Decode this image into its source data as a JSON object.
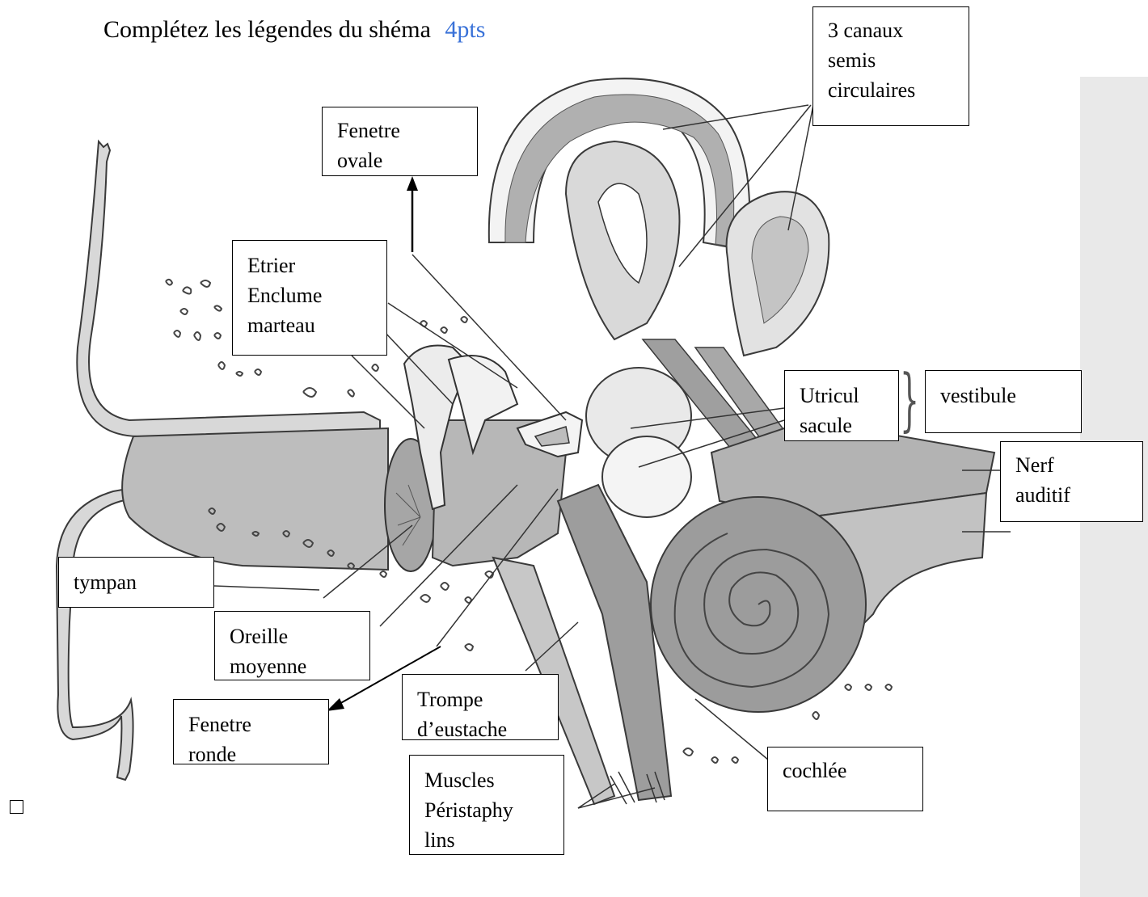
{
  "instruction": {
    "text": "Complétez les légendes du shéma",
    "points": "4pts",
    "points_color": "#3a72d8"
  },
  "labels": {
    "canaux": [
      "3 canaux",
      "semis",
      "circulaires"
    ],
    "fenetre_ovale": [
      "Fenetre",
      "ovale"
    ],
    "osselets": [
      "Etrier",
      "Enclume",
      "marteau"
    ],
    "utricule": [
      "Utricul",
      "sacule"
    ],
    "vestibule": [
      "vestibule"
    ],
    "nerf": [
      "Nerf",
      "auditif"
    ],
    "tympan": [
      "tympan"
    ],
    "oreille_moyenne": [
      "Oreille",
      "moyenne"
    ],
    "fenetre_ronde": [
      "Fenetre",
      "ronde"
    ],
    "trompe": [
      "Trompe",
      "d’eustache"
    ],
    "muscles": [
      "Muscles",
      "Péristaphy",
      "lins"
    ],
    "cochlee": [
      "cochlée"
    ]
  },
  "icons": {
    "brace": "right-curly-brace",
    "checkbox": "empty-square"
  },
  "colors": {
    "tissue_light": "#dcdcdc",
    "tissue_mid": "#b5b5b5",
    "tissue_dark": "#8f8f8f",
    "outline": "#3a3a3a"
  }
}
